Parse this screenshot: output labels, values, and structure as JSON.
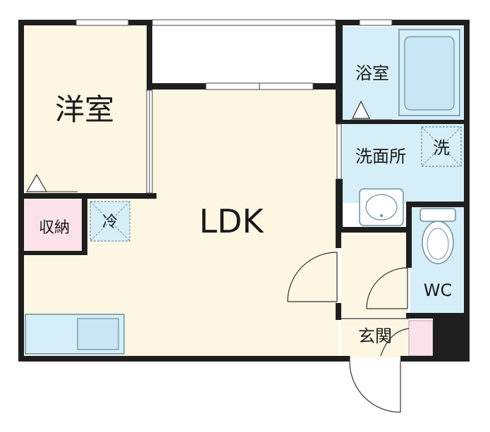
{
  "rooms": {
    "western_room": "洋室",
    "storage": "収納",
    "ldk": "LDK",
    "bathroom": "浴室",
    "washroom": "洗面所",
    "toilet": "WC",
    "entrance": "玄関"
  },
  "fixtures": {
    "fridge_mark": "冷",
    "washer_mark": "洗"
  },
  "colors": {
    "wall": "#1e1e1e",
    "room_floor": "#fdf6e3",
    "wet_area": "#d6eef8",
    "storage": "#fbe2ea",
    "fixture_stroke": "#6d8fa0",
    "line": "#444444"
  }
}
